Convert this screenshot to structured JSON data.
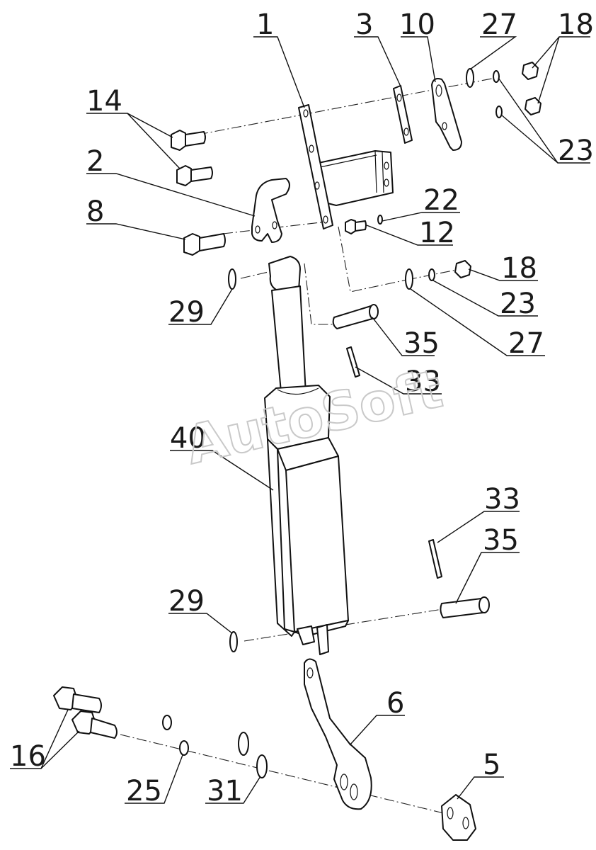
{
  "watermark": "AutoSoft",
  "labels": {
    "l1": "1",
    "l3": "3",
    "l10": "10",
    "l27a": "27",
    "l18a": "18",
    "l14": "14",
    "l23a": "23",
    "l2": "2",
    "l22": "22",
    "l8": "8",
    "l12": "12",
    "l18b": "18",
    "l29a": "29",
    "l23b": "23",
    "l35a": "35",
    "l27b": "27",
    "l33a": "33",
    "l40": "40",
    "l33b": "33",
    "l35b": "35",
    "l29b": "29",
    "l6": "6",
    "l16": "16",
    "l5": "5",
    "l25": "25",
    "l31": "31"
  }
}
